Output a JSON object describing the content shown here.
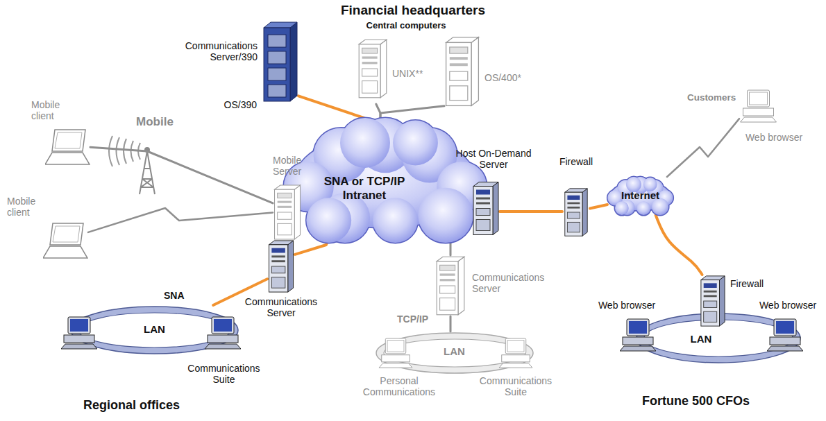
{
  "diagram": {
    "title": "Financial headquarters",
    "nodes": [
      {
        "text": [
          "Communications Server/390",
          "OS/390"
        ]
      },
      {
        "text": [
          "UNIX**"
        ]
      },
      {
        "text": [
          "OS/400*"
        ]
      },
      {
        "text": [
          "Mobile client"
        ]
      },
      {
        "text": [
          "Mobile client"
        ]
      },
      {
        "text": [
          "Mobile Server"
        ]
      },
      {
        "text": [
          "SNA or TCP/IP Intranet"
        ]
      },
      {
        "text": [
          "Host On-Demand Server"
        ]
      },
      {
        "text": [
          "Firewall"
        ]
      },
      {
        "text": [
          "Internet"
        ]
      },
      {
        "text": [
          "Customers",
          "Web browser"
        ]
      },
      {
        "text": [
          "LAN"
        ]
      },
      {
        "text": [
          "Firewall"
        ]
      },
      {
        "text": [
          "Web browser"
        ]
      },
      {
        "text": [
          "Web browser"
        ]
      },
      {
        "text": [
          "Communications Server"
        ]
      },
      {
        "text": [
          "LAN"
        ]
      },
      {
        "text": [
          "Communications Suite"
        ]
      },
      {
        "text": [
          "Communications Server"
        ]
      },
      {
        "text": [
          "LAN"
        ]
      },
      {
        "text": [
          "Personal Communications"
        ]
      },
      {
        "text": [
          "Communications Suite"
        ]
      }
    ],
    "edges": [
      {
        "from": 0,
        "to": 6,
        "arrow": "none"
      },
      {
        "from": 1,
        "to": 6,
        "arrow": "none"
      },
      {
        "from": 2,
        "to": 6,
        "arrow": "none"
      },
      {
        "from": 3,
        "to": 5,
        "arrow": "none"
      },
      {
        "from": 4,
        "to": 5,
        "arrow": "none"
      },
      {
        "from": 7,
        "to": 8,
        "arrow": "none"
      },
      {
        "from": 8,
        "to": 9,
        "arrow": "none"
      },
      {
        "from": 9,
        "to": 10,
        "arrow": "none"
      },
      {
        "from": 9,
        "to": 12,
        "arrow": "none"
      },
      {
        "from": 16,
        "to": 15,
        "arrow": "none"
      },
      {
        "from": 15,
        "to": 6,
        "arrow": "none"
      },
      {
        "from": 18,
        "to": 6,
        "arrow": "none"
      },
      {
        "from": 18,
        "to": 19,
        "arrow": "none"
      }
    ],
    "labels": [
      "Central computers",
      "Mobile",
      "SNA",
      "TCP/IP",
      "Regional offices",
      "Fortune 500 CFOs"
    ]
  }
}
